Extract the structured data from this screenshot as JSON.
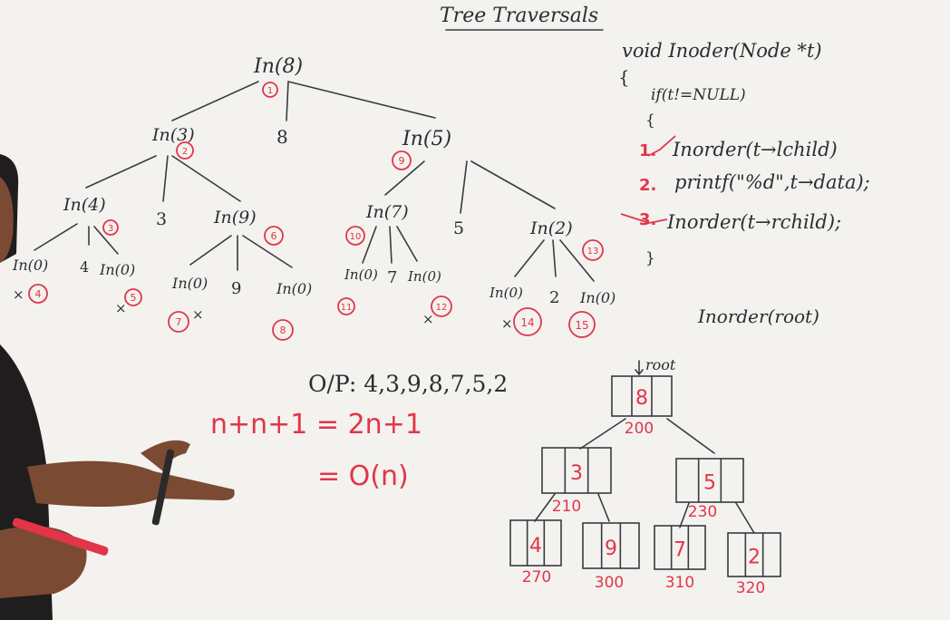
{
  "title": "Tree Traversals",
  "code": {
    "signature": "void Inoder(Node *t)",
    "open_brace": "{",
    "if_line": "if(t!=NULL)",
    "if_brace": "{",
    "line1": "Inorder(t→lchild)",
    "line2": "printf(\"%d\",t→data);",
    "line3": "Inorder(t→rchild);",
    "close_brace": "}",
    "mark1": "1.",
    "mark2": "2.",
    "mark3": "3."
  },
  "call": "Inorder(root)",
  "recursion_tree": {
    "root": "In(8)",
    "root_value": "8",
    "l_node": "In(3)",
    "l_value": "3",
    "r_node": "In(5)",
    "r_value": "5",
    "ll_node": "In(4)",
    "ll_value": "4",
    "lr_node": "In(9)",
    "lr_value": "9",
    "rl_node": "In(7)",
    "rl_value": "7",
    "rr_node": "In(2)",
    "rr_value": "2",
    "null_call": "In(0)",
    "null_mark": "×"
  },
  "step_numbers": [
    "1",
    "2",
    "3",
    "4",
    "5",
    "6",
    "7",
    "8",
    "9",
    "10",
    "11",
    "12",
    "13",
    "14",
    "15"
  ],
  "output": "O/P: 4,3,9,8,7,5,2",
  "complexity": {
    "line1": "n+n+1 = 2n+1",
    "line2": "= O(n)"
  },
  "memory_tree": {
    "root_label": "root",
    "nodes": [
      {
        "value": "8",
        "address": "200"
      },
      {
        "value": "3",
        "address": "210"
      },
      {
        "value": "5",
        "address": "230"
      },
      {
        "value": "4",
        "address": "270"
      },
      {
        "value": "9",
        "address": "300"
      },
      {
        "value": "7",
        "address": "310"
      },
      {
        "value": "2",
        "address": "320"
      }
    ]
  },
  "colors": {
    "board": "#f3f2ef",
    "ink": "#2c2c34",
    "marker_red": "#e2354a"
  }
}
